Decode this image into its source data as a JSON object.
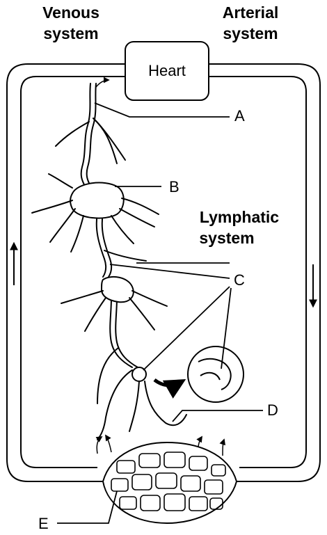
{
  "headings": {
    "venous": [
      "Venous",
      "system"
    ],
    "arterial": [
      "Arterial",
      "system"
    ],
    "lymphatic": [
      "Lymphatic",
      "system"
    ]
  },
  "heart_label": "Heart",
  "callouts": {
    "a": "A",
    "b": "B",
    "c": "C",
    "d": "D",
    "e": "E"
  }
}
